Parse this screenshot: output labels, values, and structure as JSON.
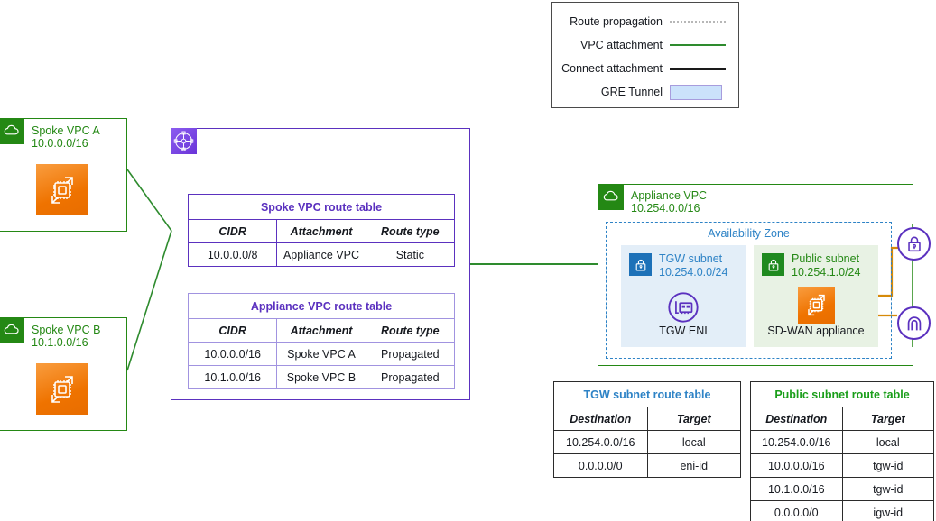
{
  "legend": {
    "title": "legend",
    "items": [
      {
        "label": "Route propagation",
        "style": "dotted",
        "color": "#b7b7b7"
      },
      {
        "label": "VPC attachment",
        "style": "solid",
        "color": "#2e8b2e"
      },
      {
        "label": "Connect attachment",
        "style": "solid",
        "color": "#1a1a1a"
      },
      {
        "label": "GRE Tunnel",
        "style": "swatch",
        "color": "#cbe2fb"
      }
    ]
  },
  "spoke_a": {
    "icon": "vpc-cloud-icon",
    "title": "Spoke VPC A",
    "cidr": "10.0.0.0/16",
    "resource_icon": "ec2-instances-icon"
  },
  "spoke_b": {
    "icon": "vpc-cloud-icon",
    "title": "Spoke VPC B",
    "cidr": "10.1.0.0/16",
    "resource_icon": "ec2-instances-icon"
  },
  "transit_gateway": {
    "icon": "transit-gateway-icon",
    "spoke_table": {
      "title": "Spoke VPC route table",
      "columns": [
        "CIDR",
        "Attachment",
        "Route type"
      ],
      "rows": [
        [
          "10.0.0.0/8",
          "Appliance VPC",
          "Static"
        ]
      ]
    },
    "appliance_table": {
      "title": "Appliance VPC route table",
      "columns": [
        "CIDR",
        "Attachment",
        "Route type"
      ],
      "rows": [
        [
          "10.0.0.0/16",
          "Spoke VPC A",
          "Propagated"
        ],
        [
          "10.1.0.0/16",
          "Spoke VPC B",
          "Propagated"
        ]
      ]
    }
  },
  "appliance_vpc": {
    "icon": "vpc-cloud-icon",
    "title": "Appliance VPC",
    "cidr": "10.254.0.0/16",
    "availability_zone": {
      "label": "Availability Zone",
      "tgw_subnet": {
        "icon": "private-subnet-icon",
        "title": "TGW subnet",
        "cidr": "10.254.0.0/24",
        "resource_icon": "network-interface-icon",
        "caption": "TGW ENI"
      },
      "public_subnet": {
        "icon": "public-subnet-icon",
        "title": "Public subnet",
        "cidr": "10.254.1.0/24",
        "resource_icon": "ec2-instances-icon",
        "caption": "SD-WAN appliance"
      }
    },
    "endpoints": [
      {
        "icon": "vpn-lock-icon"
      },
      {
        "icon": "site-to-site-tunnel-icon"
      }
    ]
  },
  "tgw_subnet_route_table": {
    "title": "TGW subnet route table",
    "columns": [
      "Destination",
      "Target"
    ],
    "rows": [
      [
        "10.254.0.0/16",
        "local"
      ],
      [
        "0.0.0.0/0",
        "eni-id"
      ]
    ]
  },
  "public_subnet_route_table": {
    "title": "Public subnet route table",
    "columns": [
      "Destination",
      "Target"
    ],
    "rows": [
      [
        "10.254.0.0/16",
        "local"
      ],
      [
        "10.0.0.0/16",
        "tgw-id"
      ],
      [
        "10.1.0.0/16",
        "tgw-id"
      ],
      [
        "0.0.0.0/0",
        "igw-id"
      ]
    ]
  },
  "colors": {
    "aws_green": "#248814",
    "aws_purple": "#5b31bf",
    "aws_blue": "#2e83c6",
    "aws_orange": "#ef7300",
    "gre_blue": "#cbe2fb",
    "connector_orange": "#d68a09"
  }
}
